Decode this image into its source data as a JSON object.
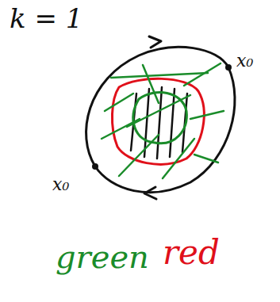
{
  "diagram": {
    "labels": [
      "k = 1",
      "x₀",
      "x₀",
      "green",
      "red"
    ]
  }
}
